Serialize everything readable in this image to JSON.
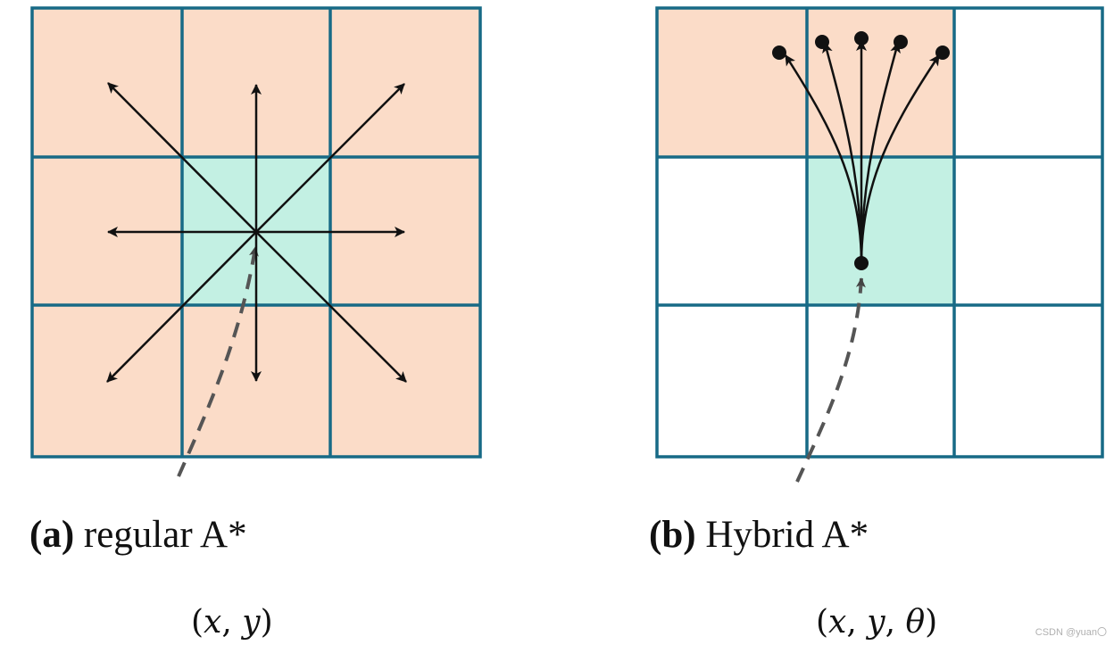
{
  "colors": {
    "grid_line": "#176a86",
    "neighbor_fill": "#fbdcc8",
    "current_fill": "#c3f0e3",
    "empty_fill": "#ffffff",
    "arrow": "#111111",
    "dashed_path": "#555555"
  },
  "panel_a": {
    "caption_tag": "(a)",
    "caption_text": "regular A*",
    "coords": {
      "open": "(",
      "v1": "x",
      "sep1": ", ",
      "v2": "y",
      "close": ")"
    },
    "cell_states": [
      "neighbor",
      "neighbor",
      "neighbor",
      "neighbor",
      "current",
      "neighbor",
      "neighbor",
      "neighbor",
      "neighbor"
    ],
    "arrow_icon": "straight-arrow-icon"
  },
  "panel_b": {
    "caption_tag": "(b)",
    "caption_text": "Hybrid A*",
    "coords": {
      "open": "(",
      "v1": "x",
      "sep1": ", ",
      "v2": "y",
      "sep2": ", ",
      "v3": "θ",
      "close": ")"
    },
    "cell_states": [
      "neighbor",
      "neighbor",
      "empty",
      "empty",
      "current",
      "empty",
      "empty",
      "empty",
      "empty"
    ],
    "arrow_icon": "curved-arrow-icon",
    "node_icon": "node-dot-icon"
  },
  "watermark": "CSDN @yuan〇"
}
